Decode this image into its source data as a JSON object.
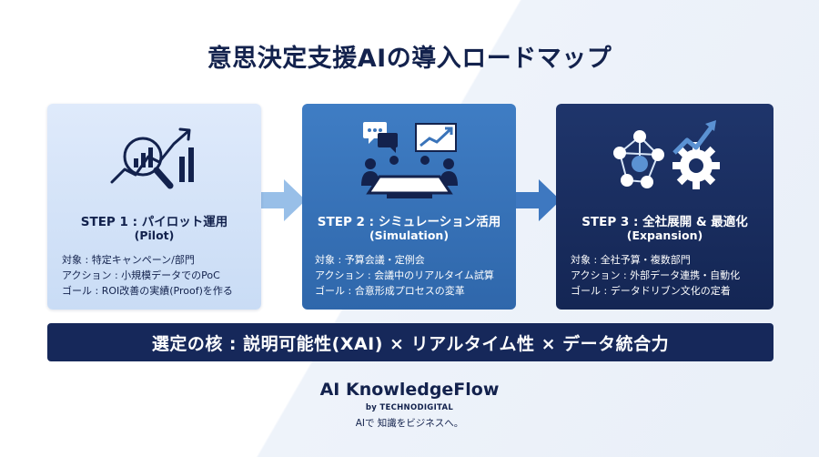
{
  "title": "意思決定支援AIの導入ロードマップ",
  "steps": [
    {
      "title": "STEP 1 : パイロット運用",
      "subtitle": "(Pilot)",
      "icon": "analytics-magnifier-icon",
      "details": [
        "対象 : 特定キャンペーン/部門",
        "アクション : 小規模データでのPoC",
        "ゴール : ROI改善の実績(Proof)を作る"
      ]
    },
    {
      "title": "STEP 2 : シミュレーション活用",
      "subtitle": "(Simulation)",
      "icon": "meeting-chart-icon",
      "details": [
        "対象 : 予算会議・定例会",
        "アクション : 会議中のリアルタイム試算",
        "ゴール : 合意形成プロセスの変革"
      ]
    },
    {
      "title": "STEP 3 : 全社展開 & 最適化",
      "subtitle": "(Expansion)",
      "icon": "network-gear-icon",
      "details": [
        "対象 : 全社予算・複数部門",
        "アクション : 外部データ連携・自動化",
        "ゴール : データドリブン文化の定着"
      ]
    }
  ],
  "banner": "選定の核 : 説明可能性(XAI) × リアルタイム性 × データ統合力",
  "brand": {
    "name": "AI KnowledgeFlow",
    "by": "by TECHNODIGITAL",
    "tagline": "AIで 知識をビジネスへ。"
  },
  "colors": {
    "navy": "#16285a",
    "step1_bg": "#d6e4f8",
    "step2_bg": "#3a74ba",
    "step3_bg": "#1a2f63",
    "arrow": "#6fa6dd"
  }
}
